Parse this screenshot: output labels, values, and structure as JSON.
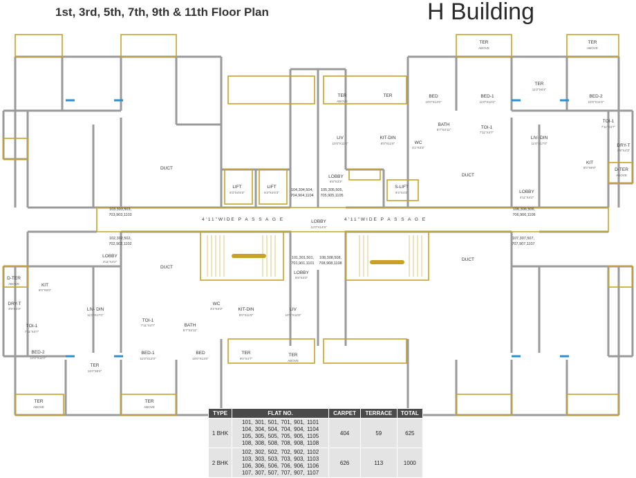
{
  "header": {
    "floor_title": "1st, 3rd, 5th, 7th, 9th & 11th Floor Plan",
    "building_name": "H Building"
  },
  "rooms": {
    "ter_above": "TER",
    "above": "ABOVE",
    "ter": "TER",
    "bed": "BED",
    "bed1": "BED-1",
    "bed2": "BED-2",
    "bath": "BATH",
    "toi1": "TOI-1",
    "dry_t": "DRY-T",
    "kit": "KIT",
    "d_ter": "D-TER",
    "liv": "LIV",
    "liv_din": "LIV- DIN",
    "kit_din": "KIT-DIN",
    "wc": "WC",
    "duct": "DUCT",
    "lift": "LIFT",
    "s_lift": "S-LIFT",
    "lobby": "LOBBY"
  },
  "passage": {
    "left": "4'11\"WIDE   P A S S A G E",
    "right": "4'11\"WIDE   P A S S A G E"
  },
  "flat_labels": {
    "f103_a": "103,303,503,",
    "f103_b": "703,903,1103",
    "f102_a": "102,302,502,",
    "f102_b": "702,902,1102",
    "f104_a": "104,304,504,",
    "f104_b": "704,904,1104",
    "f105_a": "105,305,505,",
    "f105_b": "705,905,1105",
    "f106_a": "106,306,506,",
    "f106_b": "706,906,1106",
    "f107_a": "107,307,507,",
    "f107_b": "707,907,1107",
    "f101_a": "101,301,501,",
    "f101_b": "701,901,1101",
    "f108_a": "108,308,508,",
    "f108_b": "708,908,1108"
  },
  "dims": {
    "d1": "10'0\"X13'0\"",
    "d2": "11'0\"X12'0\"",
    "d3": "10'0\"X11'0\"",
    "d4": "5'7\"X3'11\"",
    "d5": "7'11\"X4'7\"",
    "d6": "11'0\"X17'0\"",
    "d7": "8'0\"X9'0\"",
    "d8": "4'9\"X4'3\"",
    "d9": "10'0\"X11'8\"",
    "d10": "8'0\"X11'8\"",
    "d11": "3'1\"X3'3\"",
    "d12": "6'3\"X4'6'3\"",
    "d13": "9'4\"X4'3\"",
    "d14": "11'0\"X14'5\"",
    "d15": "11'0\"X6'4\"",
    "d16": "9'0\"X4'7\"",
    "d17": "5'8\"X3'3\"",
    "d18": "4'11\"X4'2\""
  },
  "area_table": {
    "headers": [
      "TYPE",
      "FLAT NO.",
      "CARPET",
      "TERRACE",
      "TOTAL"
    ],
    "rows": [
      {
        "type": "1 BHK",
        "flats": [
          "101, 301, 501, 701, 901, 1101",
          "104, 304, 504, 704, 904, 1104",
          "105, 305, 505, 705, 905, 1105",
          "108, 308, 508, 708, 908, 1108"
        ],
        "carpet": "404",
        "terrace": "59",
        "total": "625"
      },
      {
        "type": "2 BHK",
        "flats": [
          "102, 302, 502, 702, 902, 1102",
          "103, 303, 503, 703, 903, 1103",
          "106, 306, 506, 706, 906, 1106",
          "107, 307, 507, 707, 907, 1107"
        ],
        "carpet": "626",
        "terrace": "113",
        "total": "1000"
      }
    ]
  },
  "colors": {
    "wall": "#9a9a9a",
    "accent": "#c8a227",
    "window": "#2e8fd0"
  }
}
